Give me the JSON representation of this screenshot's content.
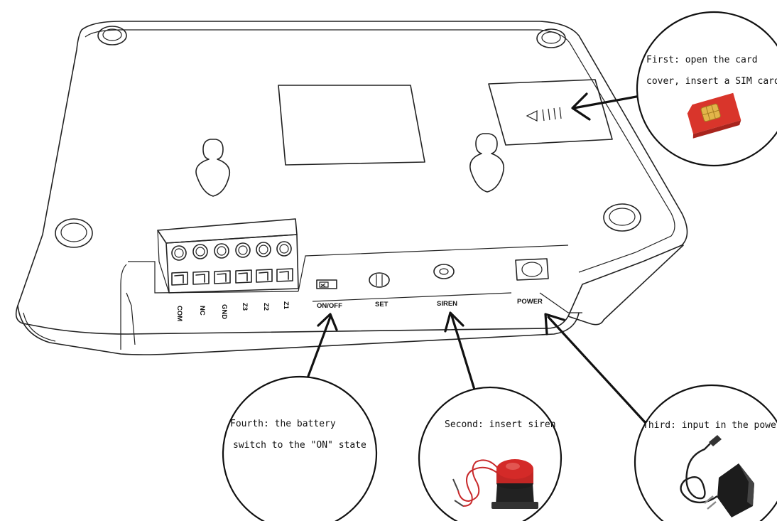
{
  "terminal_labels": [
    "COM",
    "NC",
    "GND",
    "Z3",
    "Z2",
    "Z1"
  ],
  "ports": {
    "on_off": "ON/OFF",
    "set": "SET",
    "siren": "SIREN",
    "power": "POWER"
  },
  "callouts": {
    "first": {
      "line1": "First: open the card",
      "line2": "cover, insert a SIM card"
    },
    "second": {
      "line1": "Second: insert siren"
    },
    "third": {
      "line1": "Third: input in the power"
    },
    "fourth": {
      "line1": "Fourth: the battery",
      "line2": "switch to the \"ON\" state"
    }
  },
  "colors": {
    "outline": "#222222",
    "sim_card": "#d9352b",
    "sim_chip": "#e2b54a",
    "siren_red": "#d42a28",
    "cable_red": "#c8282a",
    "adapter": "#1c1c1c"
  },
  "icons": [
    "sim-card-icon",
    "siren-icon",
    "power-adapter-icon"
  ]
}
